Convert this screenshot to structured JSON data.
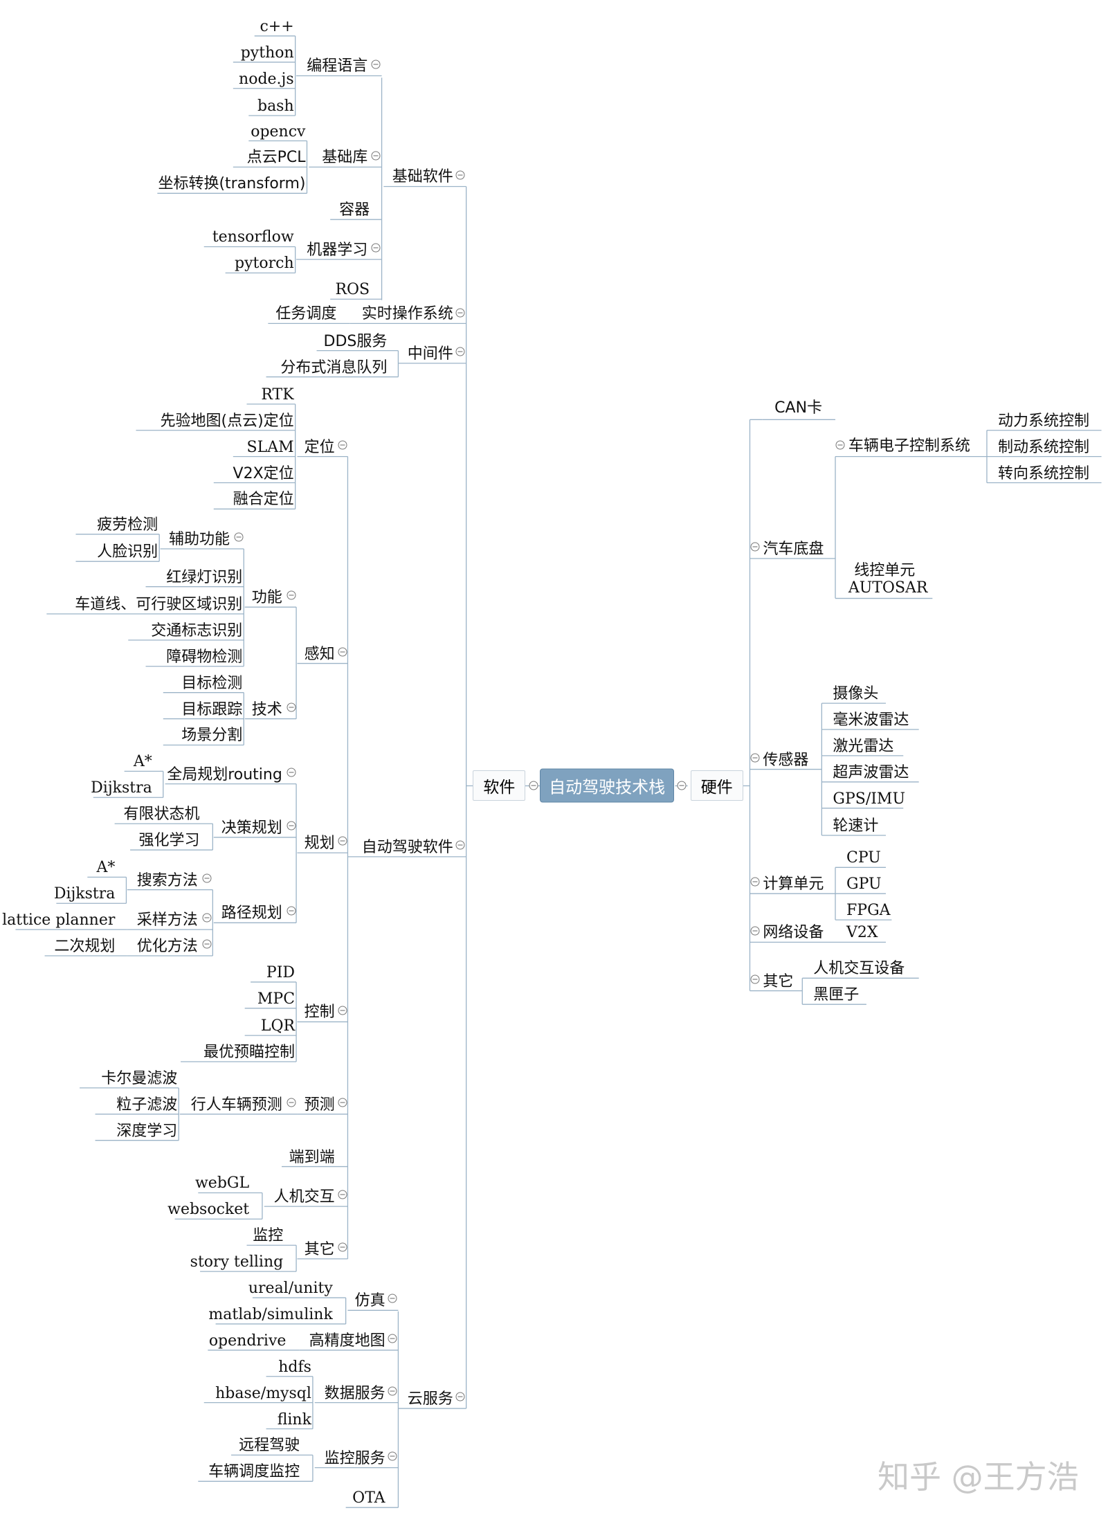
{
  "root": "自动驾驶技术栈",
  "software": {
    "label": "软件",
    "base": {
      "label": "基础软件",
      "lang": {
        "label": "编程语言",
        "items": [
          "c++",
          "python",
          "node.js",
          "bash"
        ]
      },
      "lib": {
        "label": "基础库",
        "items": [
          "opencv",
          "点云PCL",
          "坐标转换(transform)"
        ]
      },
      "container": "容器",
      "ml": {
        "label": "机器学习",
        "items": [
          "tensorflow",
          "pytorch"
        ]
      },
      "ros": "ROS"
    },
    "rtos": {
      "label": "实时操作系统",
      "items": [
        "任务调度"
      ]
    },
    "middleware": {
      "label": "中间件",
      "items": [
        "DDS服务",
        "分布式消息队列"
      ]
    },
    "ad": {
      "label": "自动驾驶软件",
      "loc": {
        "label": "定位",
        "items": [
          "RTK",
          "先验地图(点云)定位",
          "SLAM",
          "V2X定位",
          "融合定位"
        ]
      },
      "perception": {
        "label": "感知",
        "func": {
          "label": "功能",
          "assist": {
            "label": "辅助功能",
            "items": [
              "疲劳检测",
              "人脸识别"
            ]
          },
          "items": [
            "红绿灯识别",
            "车道线、可行驶区域识别",
            "交通标志识别",
            "障碍物检测"
          ]
        },
        "tech": {
          "label": "技术",
          "items": [
            "目标检测",
            "目标跟踪",
            "场景分割"
          ]
        }
      },
      "planning": {
        "label": "规划",
        "global": {
          "label": "全局规划routing",
          "items": [
            "A*",
            "Dijkstra"
          ]
        },
        "decision": {
          "label": "决策规划",
          "items": [
            "有限状态机",
            "强化学习"
          ]
        },
        "path": {
          "label": "路径规划",
          "search": {
            "label": "搜索方法",
            "items": [
              "A*",
              "Dijkstra"
            ]
          },
          "sample": {
            "label": "采样方法",
            "items": [
              "lattice planner"
            ]
          },
          "opt": {
            "label": "优化方法",
            "items": [
              "二次规划"
            ]
          }
        }
      },
      "control": {
        "label": "控制",
        "items": [
          "PID",
          "MPC",
          "LQR",
          "最优预瞄控制"
        ]
      },
      "predict": {
        "label": "预测",
        "sub": {
          "label": "行人车辆预测",
          "items": [
            "卡尔曼滤波",
            "粒子滤波",
            "深度学习"
          ]
        }
      },
      "e2e": "端到端",
      "hmi": {
        "label": "人机交互",
        "items": [
          "webGL",
          "websocket"
        ]
      },
      "other": {
        "label": "其它",
        "items": [
          "监控",
          "story telling"
        ]
      }
    },
    "cloud": {
      "label": "云服务",
      "sim": {
        "label": "仿真",
        "items": [
          "ureal/unity",
          "matlab/simulink"
        ]
      },
      "hdmap": {
        "label": "高精度地图",
        "items": [
          "opendrive"
        ]
      },
      "data": {
        "label": "数据服务",
        "items": [
          "hdfs",
          "hbase/mysql",
          "flink"
        ]
      },
      "monitor": {
        "label": "监控服务",
        "items": [
          "远程驾驶",
          "车辆调度监控"
        ]
      },
      "ota": "OTA"
    }
  },
  "hardware": {
    "label": "硬件",
    "can": "CAN卡",
    "chassis": {
      "label": "汽车底盘",
      "ecu": {
        "label": "车辆电子控制系统",
        "items": [
          "动力系统控制",
          "制动系统控制",
          "转向系统控制"
        ]
      },
      "wire": {
        "label": "线控单元",
        "items": [
          "AUTOSAR"
        ]
      }
    },
    "sensor": {
      "label": "传感器",
      "items": [
        "摄像头",
        "毫米波雷达",
        "激光雷达",
        "超声波雷达",
        "GPS/IMU",
        "轮速计"
      ]
    },
    "compute": {
      "label": "计算单元",
      "items": [
        "CPU",
        "GPU",
        "FPGA"
      ]
    },
    "network": {
      "label": "网络设备",
      "items": [
        "V2X"
      ]
    },
    "other": {
      "label": "其它",
      "items": [
        "人机交互设备",
        "黑匣子"
      ]
    }
  },
  "watermark": "知乎 @王方浩"
}
